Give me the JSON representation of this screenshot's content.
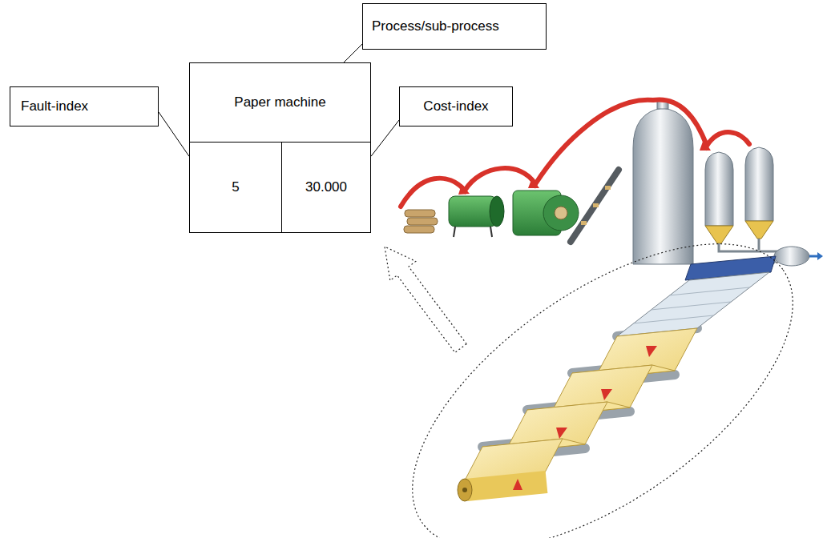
{
  "diagram": {
    "nodes": [
      {
        "text": [
          "Process/sub-process"
        ]
      },
      {
        "text": [
          "Fault-index"
        ]
      },
      {
        "text": [
          "Paper machine"
        ]
      },
      {
        "text": [
          "Cost-index"
        ]
      },
      {
        "text": [
          "5"
        ]
      },
      {
        "text": [
          "30.000"
        ]
      }
    ],
    "edges": [
      {
        "from": 0,
        "to": 2,
        "arrow": "none"
      },
      {
        "from": 1,
        "to": 4,
        "arrow": "none"
      },
      {
        "from": 3,
        "to": 5,
        "arrow": "none"
      }
    ]
  }
}
